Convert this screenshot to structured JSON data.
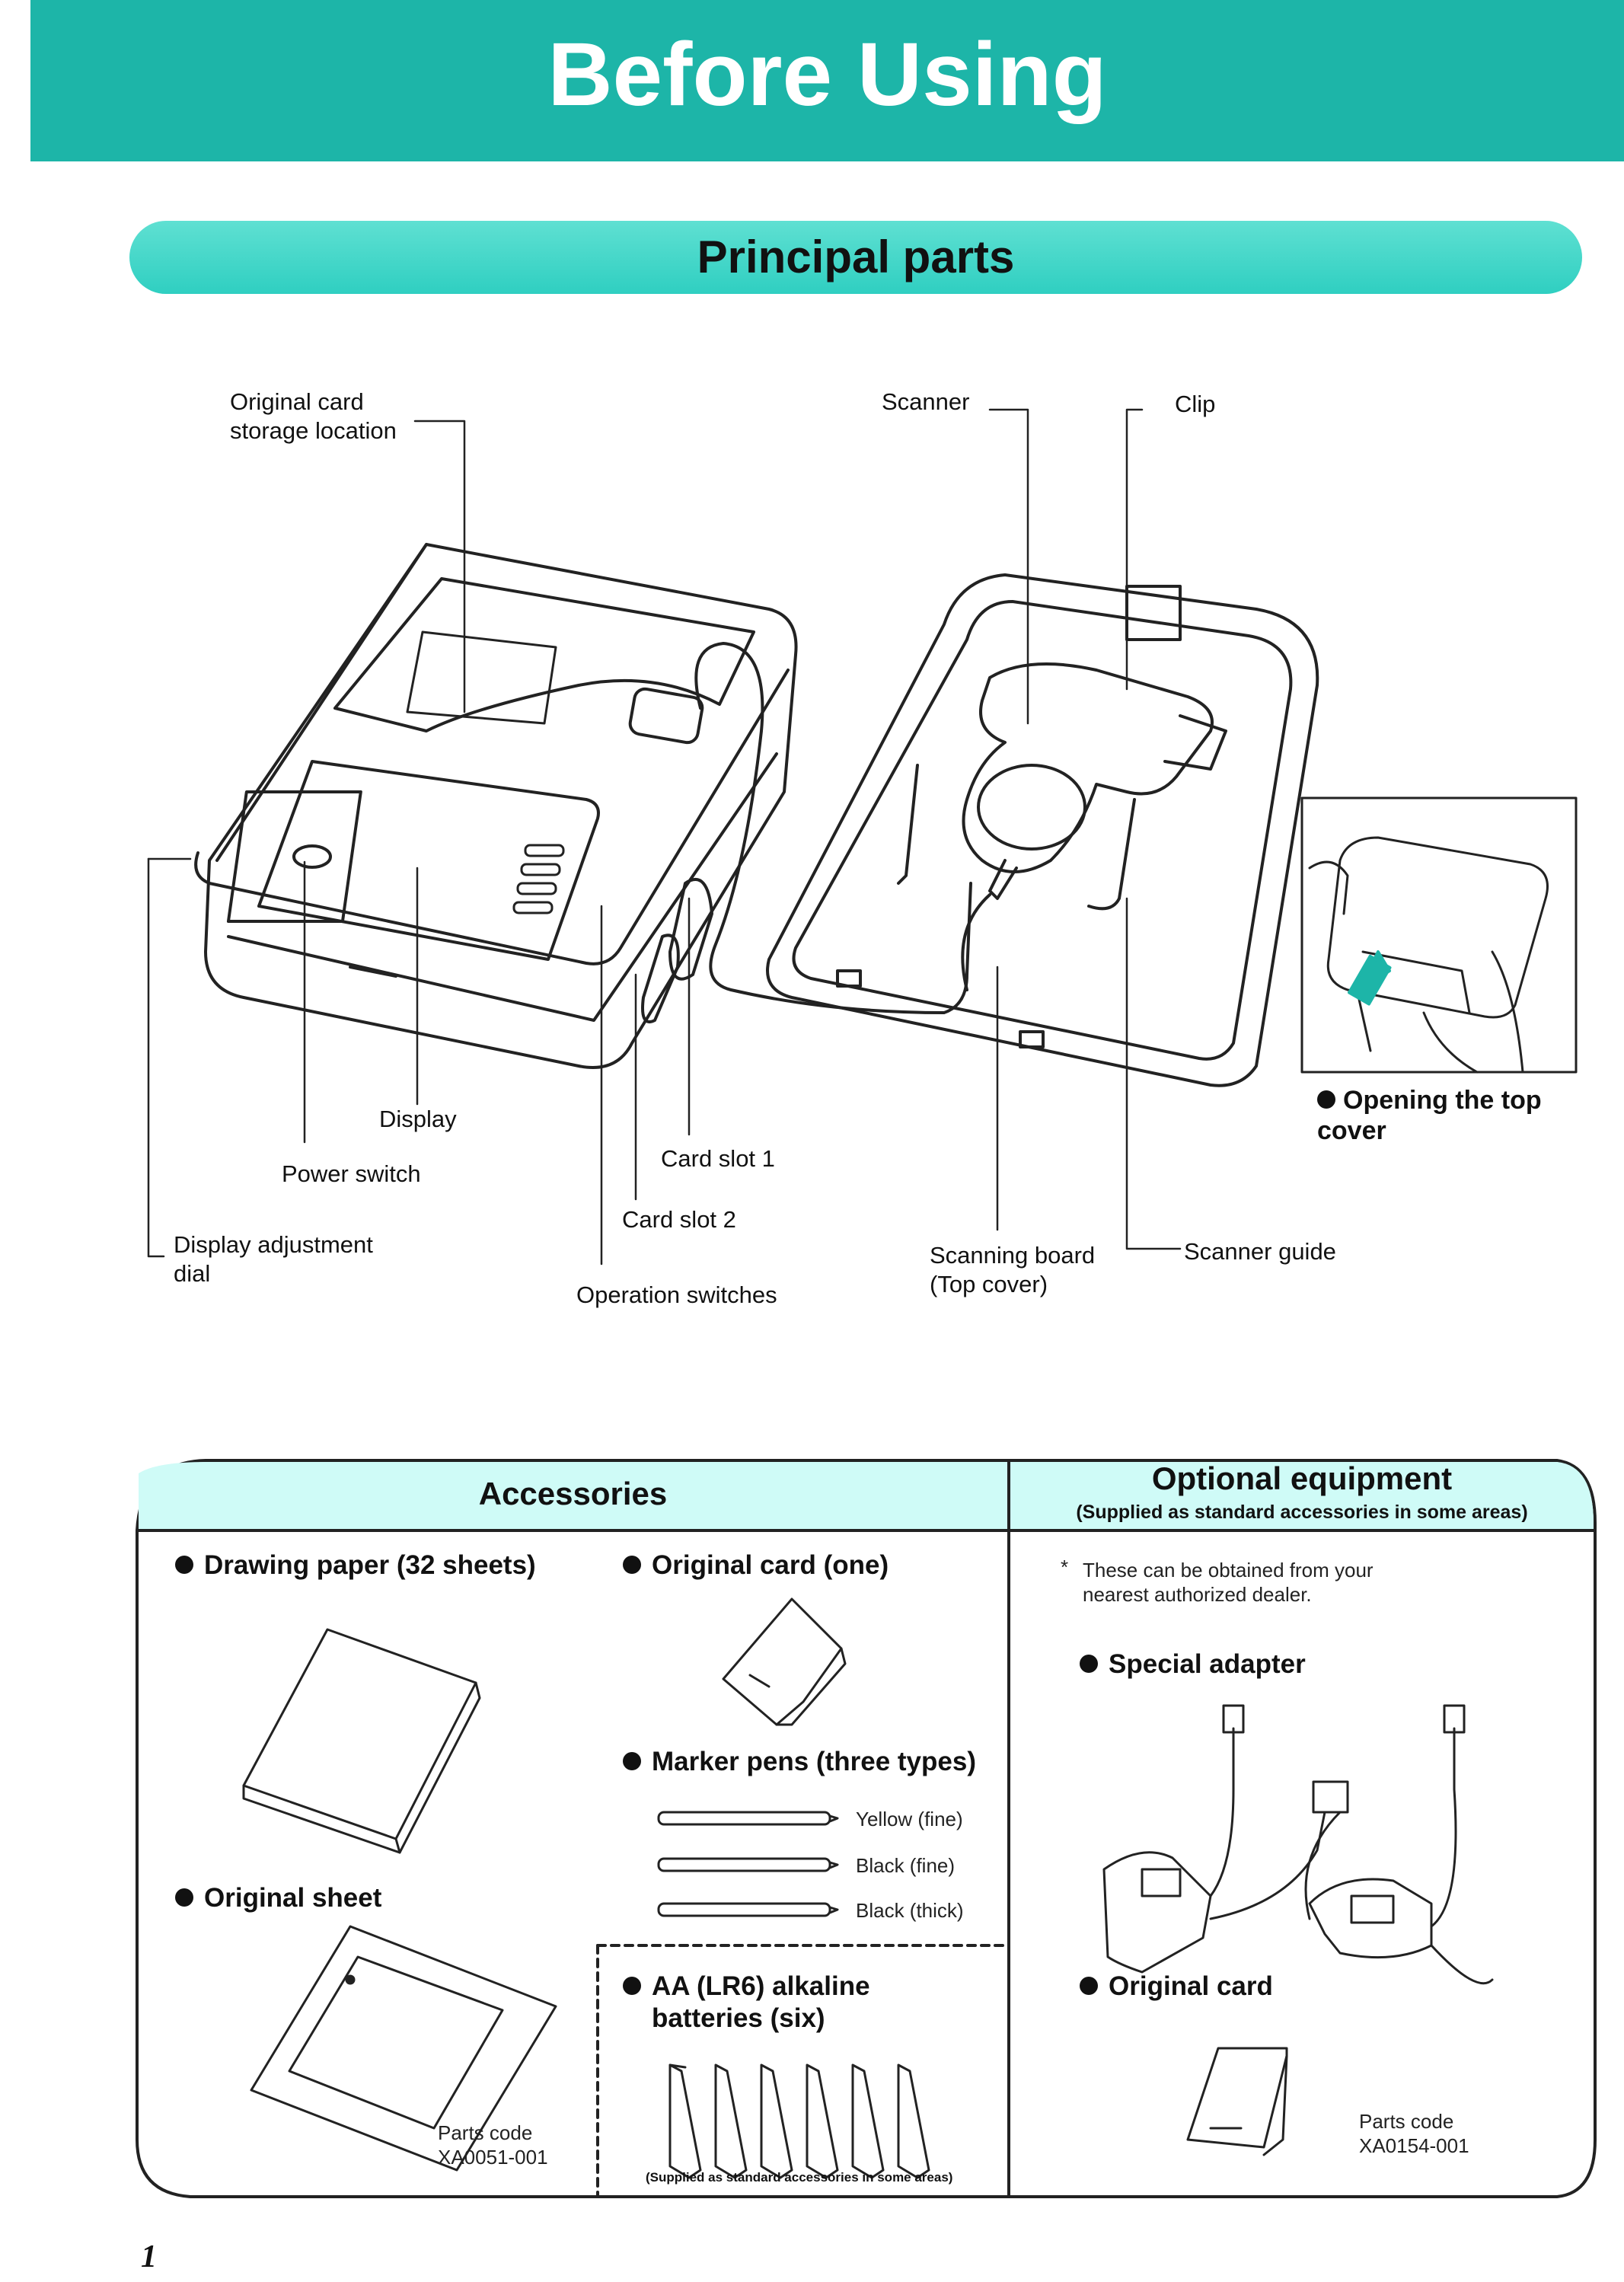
{
  "page": {
    "title": "Before Using",
    "section": "Principal parts",
    "page_number": "1"
  },
  "parts_labels": {
    "original_card_storage": "Original card\nstorage location",
    "scanner": "Scanner",
    "clip": "Clip",
    "display": "Display",
    "power_switch": "Power switch",
    "card_slot_1": "Card slot 1",
    "card_slot_2": "Card slot 2",
    "display_adjustment_dial": "Display adjustment\ndial",
    "operation_switches": "Operation switches",
    "scanning_board": "Scanning board\n(Top cover)",
    "scanner_guide": "Scanner guide",
    "opening_top_cover": "Opening the top\ncover"
  },
  "accessories": {
    "title": "Accessories",
    "drawing_paper": "Drawing paper (32 sheets)",
    "original_card": "Original card (one)",
    "marker_pens": "Marker pens (three types)",
    "pens": [
      "Yellow (fine)",
      "Black (fine)",
      "Black (thick)"
    ],
    "original_sheet": "Original sheet",
    "sheet_parts_code": "Parts code\nXA0051-001",
    "batteries": "AA (LR6) alkaline\nbatteries (six)",
    "batteries_note": "(Supplied as standard accessories in some areas)"
  },
  "optional": {
    "title": "Optional equipment",
    "subtitle": "(Supplied as standard accessories in some areas)",
    "note_mark": "*",
    "note": "These can be obtained from your\nnearest authorized dealer.",
    "special_adapter": "Special adapter",
    "original_card": "Original card",
    "card_parts_code": "Parts code\nXA0154-001"
  },
  "colors": {
    "banner": "#1db5a8",
    "section_pill": "#3fd6c8",
    "box_header": "#cffbf7"
  }
}
